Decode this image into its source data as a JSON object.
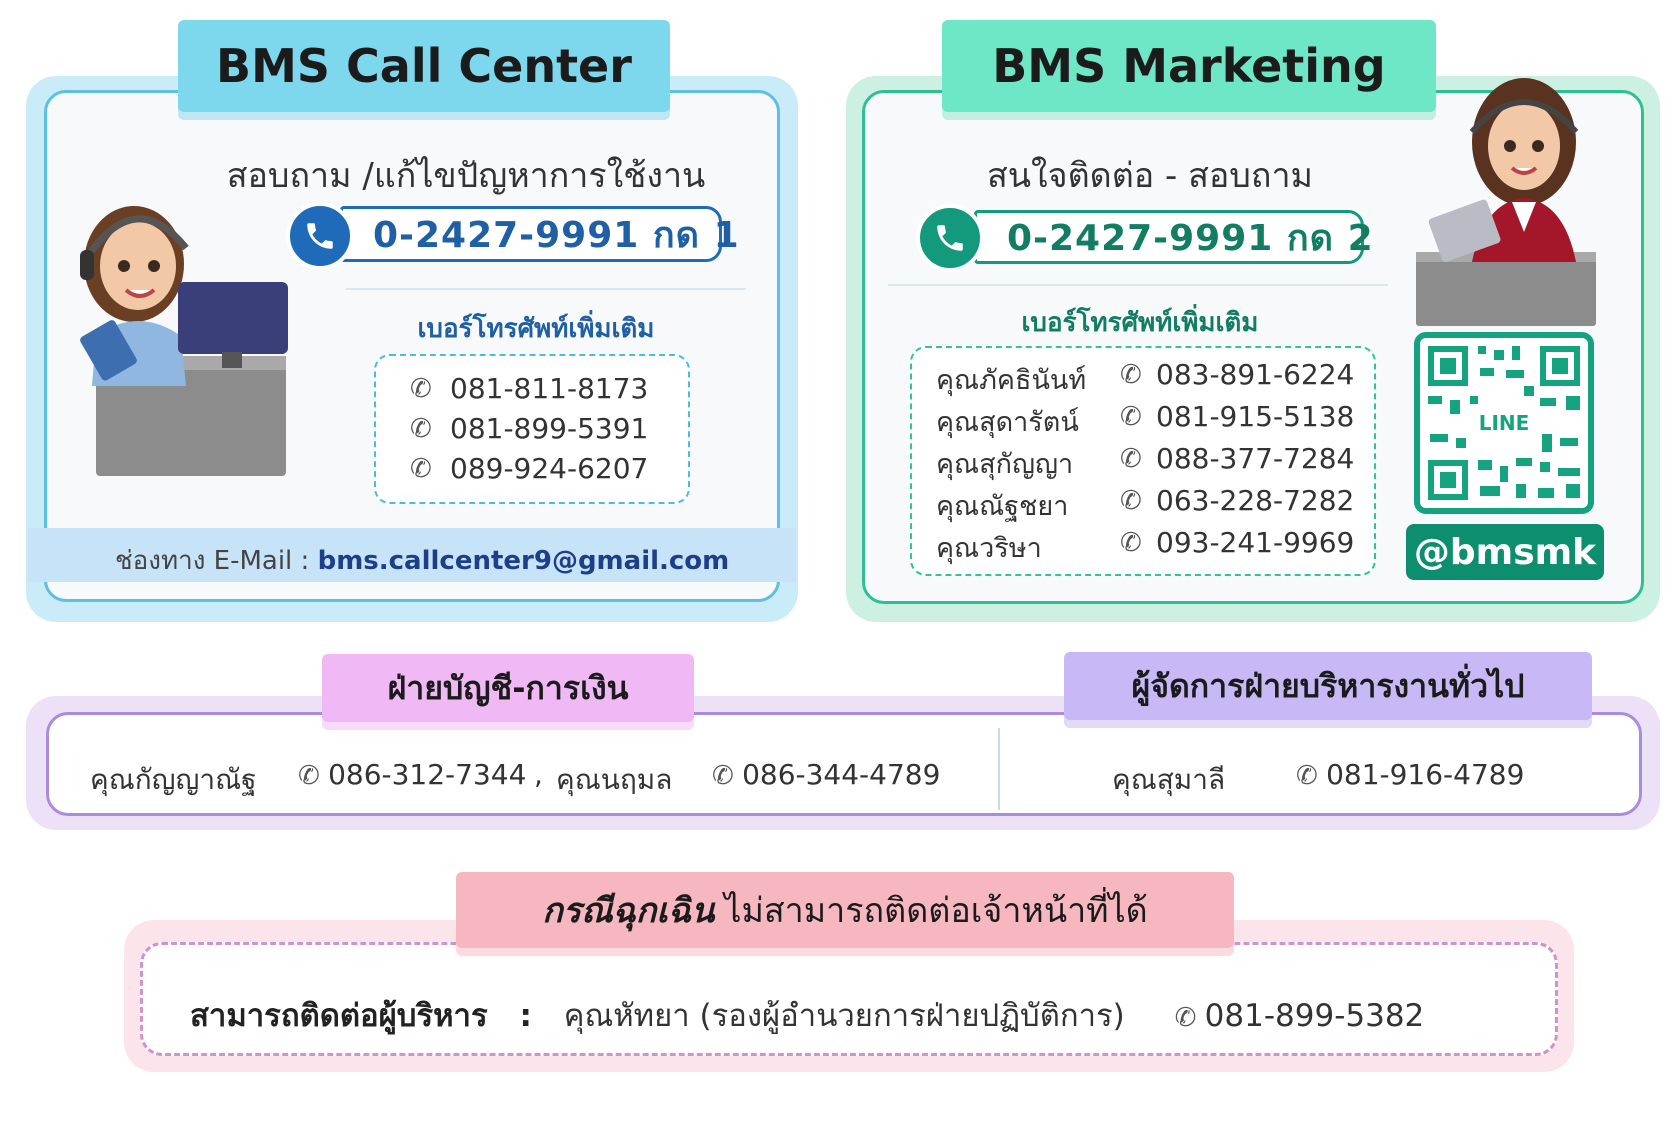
{
  "colors": {
    "callcenter_accent": "#1f6bb9",
    "marketing_accent": "#139a7c",
    "accounting_tab": "#f0b8f4",
    "manager_tab": "#c8b8f6",
    "emergency_tab": "#f7b7c0"
  },
  "call_center": {
    "title": "BMS Call Center",
    "subtitle": "สอบถาม /แก้ไขปัญหาการใช้งาน",
    "main_phone": "0-2427-9991 กด 1",
    "extra_title": "เบอร์โทรศัพท์เพิ่มเติม",
    "extra_numbers": [
      "081-811-8173",
      "081-899-5391",
      "089-924-6207"
    ],
    "email_label": "ช่องทาง E-Mail :",
    "email": "bms.callcenter9@gmail.com",
    "icon": "phone-icon"
  },
  "marketing": {
    "title": "BMS Marketing",
    "subtitle": "สนใจติดต่อ - สอบถาม",
    "main_phone": "0-2427-9991 กด  2",
    "extra_title": "เบอร์โทรศัพท์เพิ่มเติม",
    "contacts": [
      {
        "name": "คุณภัคธินันท์",
        "phone": "083-891-6224"
      },
      {
        "name": "คุณสุดารัตน์",
        "phone": "081-915-5138"
      },
      {
        "name": "คุณสุกัญญา",
        "phone": "088-377-7284"
      },
      {
        "name": "คุณณัฐชยา",
        "phone": "063-228-7282"
      },
      {
        "name": "คุณวริษา",
        "phone": "093-241-9969"
      }
    ],
    "qr_label": "LINE",
    "line_id": "@bmsmk"
  },
  "accounting": {
    "title": "ฝ่ายบัญชี-การเงิน",
    "contact1_name": "คุณกัญญาณัฐ",
    "contact1_phone": "086-312-7344",
    "separator": ",",
    "contact2_name": "คุณนฤมล",
    "contact2_phone": "086-344-4789"
  },
  "manager": {
    "title": "ผู้จัดการฝ่ายบริหารงานทั่วไป",
    "name": "คุณสุมาลี",
    "phone": "081-916-4789"
  },
  "emergency": {
    "title_strong": "กรณีฉุกเฉิน",
    "title_rest": "ไม่สามารถติดต่อเจ้าหน้าที่ได้",
    "label": "สามารถติดต่อผู้บริหาร",
    "colon": ":",
    "contact": "คุณหัทยา (รองผู้อำนวยการฝ่ายปฏิบัติการ)",
    "phone": "081-899-5382"
  }
}
